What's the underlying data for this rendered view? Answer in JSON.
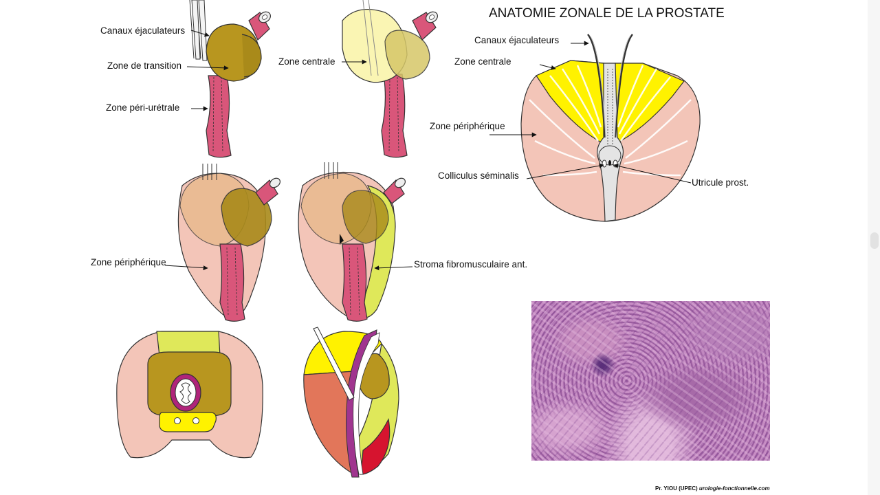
{
  "title": "ANATOMIE ZONALE DE LA PROSTATE",
  "labels": {
    "ejaculatory_ducts_1": "Canaux éjaculateurs",
    "transition_zone": "Zone de transition",
    "periurethral_zone": "Zone péri-urétrale",
    "central_zone_1": "Zone centrale",
    "peripheral_zone_1": "Zone périphérique",
    "stroma": "Stroma fibromusculaire ant.",
    "ejaculatory_ducts_2": "Canaux éjaculateurs",
    "central_zone_2": "Zone centrale",
    "peripheral_zone_2": "Zone périphérique",
    "colliculus": "Colliculus séminalis",
    "utricle": "Utricule prost."
  },
  "credit": {
    "author": "Pr. YIOU (UPEC)",
    "site": "urologie-fonctionnelle.com"
  },
  "colors": {
    "transition": "#b8961f",
    "central": "#faf5b3",
    "peripheral": "#f3c5b8",
    "urethra": "#d9567a",
    "stroma": "#dfe85a",
    "yellow": "#fff200",
    "salmon": "#e2765a",
    "red": "#d6142f",
    "purple": "#a0358f"
  }
}
